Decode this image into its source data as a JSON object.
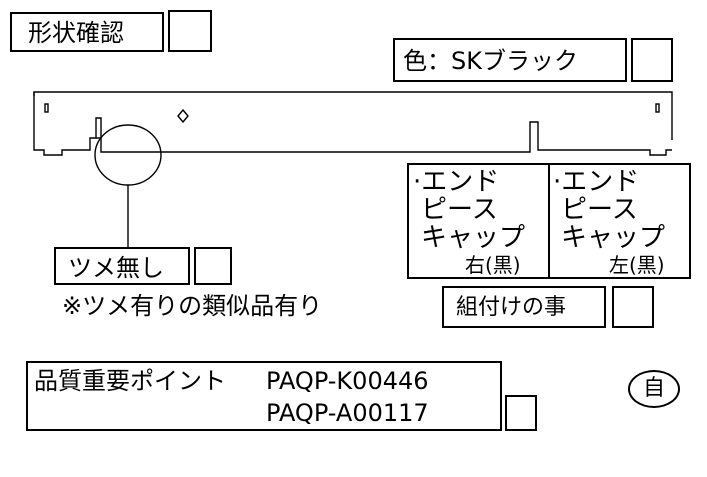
{
  "header": {
    "shape_check": "形状確認",
    "color_label": "色：SKブラック"
  },
  "callouts": {
    "no_claw": "ツメ無し",
    "similar_note": "※ツメ有りの類似品有り"
  },
  "end_caps": {
    "right": {
      "line1": "·エンド",
      "line2": "ピース",
      "line3": "キャップ",
      "side": "右(黒)"
    },
    "left": {
      "line1": "·エンド",
      "line2": "ピース",
      "line3": "キャップ",
      "side": "左(黒)"
    },
    "assemble": "組付けの事"
  },
  "quality": {
    "label": "品質重要ポイント",
    "code1": "PAQP-K00446",
    "code2": "PAQP-A00117"
  },
  "stamp": {
    "text": "自"
  },
  "colors": {
    "line": "#000000",
    "background": "#ffffff"
  }
}
